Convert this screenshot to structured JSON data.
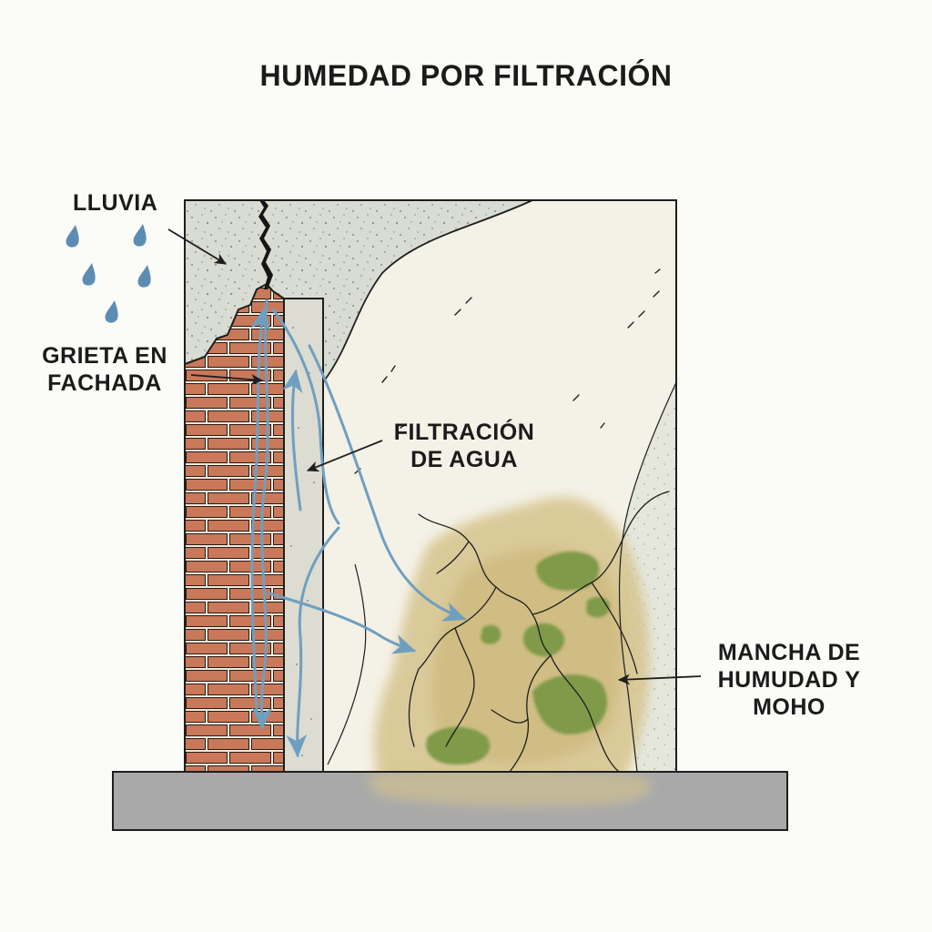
{
  "title": "HUMEDAD POR FILTRACIÓN",
  "labels": {
    "rain": "LLUVIA",
    "crack_line1": "GRIETA EN",
    "crack_line2": "FACHADA",
    "water_line1": "FILTRACIÓN",
    "water_line2": "DE AGUA",
    "stain_line1": "MANCHA DE",
    "stain_line2": "HUMUDAD Y",
    "stain_line3": "MOHO"
  },
  "colors": {
    "brick": "#c9785a",
    "mortar": "#f3ece0",
    "plaster": "#d9dcd2",
    "inner_wall": "#f4f1e6",
    "water": "#6f9fc0",
    "stain": "#d6c48d",
    "mold": "#7f9a4a",
    "floor": "#a9a9a9",
    "outline": "#1e1e1e"
  },
  "icons": [
    "raindrop-icon"
  ]
}
